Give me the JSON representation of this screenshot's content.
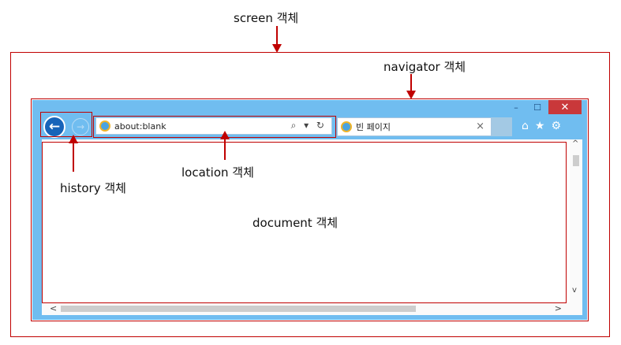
{
  "labels": {
    "screen": "screen 객체",
    "navigator": "navigator 객체",
    "history": "history 객체",
    "location": "location 객체",
    "document": "document 객체"
  },
  "browser": {
    "address": "about:blank",
    "tab_title": "빈 페이지",
    "title_buttons": {
      "minimize": "–",
      "maximize": "☐",
      "close": "✕"
    },
    "address_tools": "⌕ ▾ ↻",
    "tab_close": "×",
    "toolbar_icons": {
      "home": "⌂",
      "favorites": "★",
      "settings": "⚙"
    },
    "nav_icons": {
      "back": "←",
      "forward": "→"
    },
    "scroll_arrows": {
      "up": "^",
      "down": "v",
      "left": "<",
      "right": ">"
    }
  },
  "colors": {
    "annotation": "#c00000",
    "frame": "#70bdf0",
    "back_button": "#1764b9",
    "close_button": "#c9383a"
  }
}
